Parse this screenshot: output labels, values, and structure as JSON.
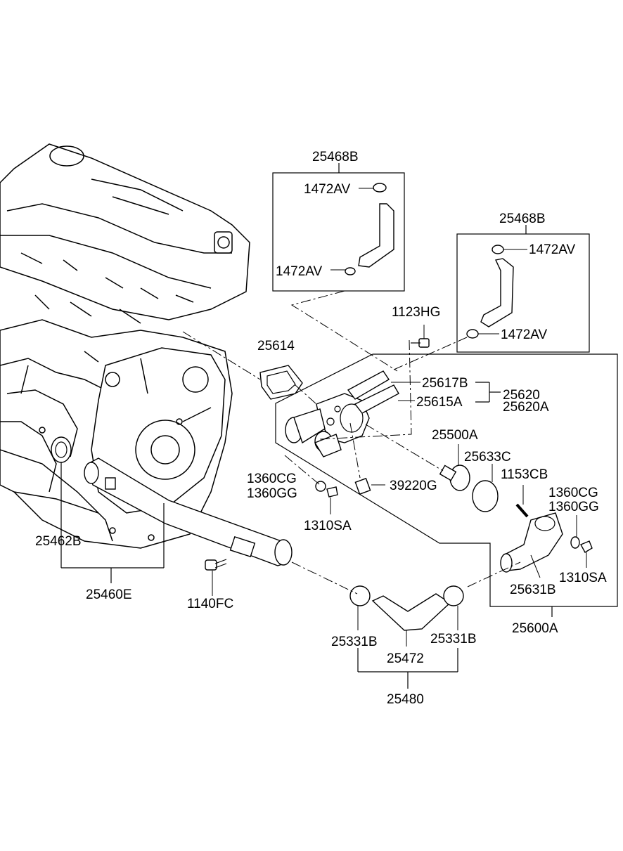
{
  "labels": {
    "l_25468B_a": "25468B",
    "l_1472AV_a": "1472AV",
    "l_1472AV_b": "1472AV",
    "l_25468B_b": "25468B",
    "l_1472AV_c": "1472AV",
    "l_1472AV_d": "1472AV",
    "l_1123HG": "1123HG",
    "l_25614": "25614",
    "l_25617B": "25617B",
    "l_25620": "25620",
    "l_25615A": "25615A",
    "l_25620A": "25620A",
    "l_25500A": "25500A",
    "l_25633C": "25633C",
    "l_1153CB": "1153CB",
    "l_1360CG_a": "1360CG",
    "l_1360GG_a": "1360GG",
    "l_39220G": "39220G",
    "l_1360CG_b": "1360CG",
    "l_1360GG_b": "1360GG",
    "l_1310SA_a": "1310SA",
    "l_25462B": "25462B",
    "l_1310SA_b": "1310SA",
    "l_25631B": "25631B",
    "l_25460E": "25460E",
    "l_1140FC": "1140FC",
    "l_25600A": "25600A",
    "l_25331B_a": "25331B",
    "l_25331B_b": "25331B",
    "l_25472": "25472",
    "l_25480": "25480"
  }
}
